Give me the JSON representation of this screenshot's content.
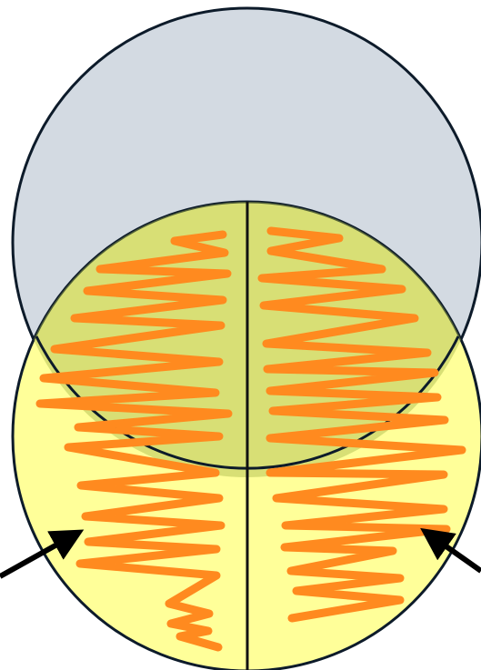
{
  "diagram": {
    "colors": {
      "background": "#ffffff",
      "upper_circle_fill": "#d3dae2",
      "lower_circle_fill": "#ffff99",
      "overlap_tint": "#a8b84a",
      "outline": "#0d1b2a",
      "zigzag": "#ff8a1f",
      "divider": "#111111",
      "arrow": "#000000"
    },
    "shapes": [
      {
        "name": "upper-circle",
        "kind": "circle"
      },
      {
        "name": "lower-circle",
        "kind": "circle"
      },
      {
        "name": "vertical-divider",
        "kind": "line"
      },
      {
        "name": "left-zigzag",
        "kind": "zigzag"
      },
      {
        "name": "right-zigzag",
        "kind": "zigzag"
      },
      {
        "name": "left-arrow",
        "kind": "arrow"
      },
      {
        "name": "right-arrow",
        "kind": "arrow"
      }
    ]
  }
}
